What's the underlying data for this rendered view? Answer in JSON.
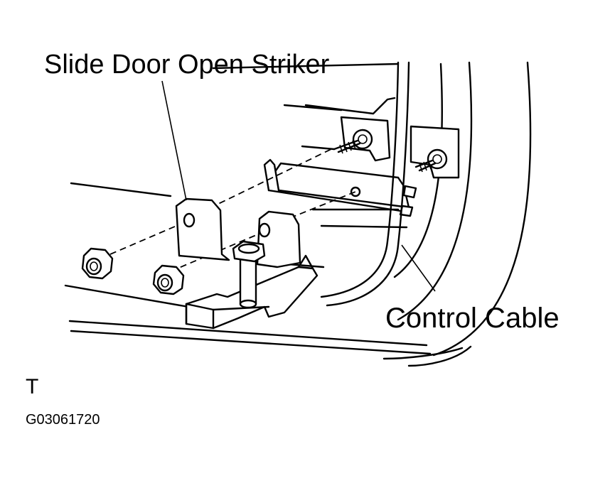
{
  "labels": {
    "striker": "Slide Door Open Striker",
    "cable": "Control Cable",
    "view": "T",
    "code": "G03061720"
  },
  "icons": [
    "nut-icon",
    "bolt-icon",
    "striker-icon",
    "control-cable-icon"
  ],
  "colors": {
    "ink": "#000000",
    "paper": "#ffffff"
  }
}
